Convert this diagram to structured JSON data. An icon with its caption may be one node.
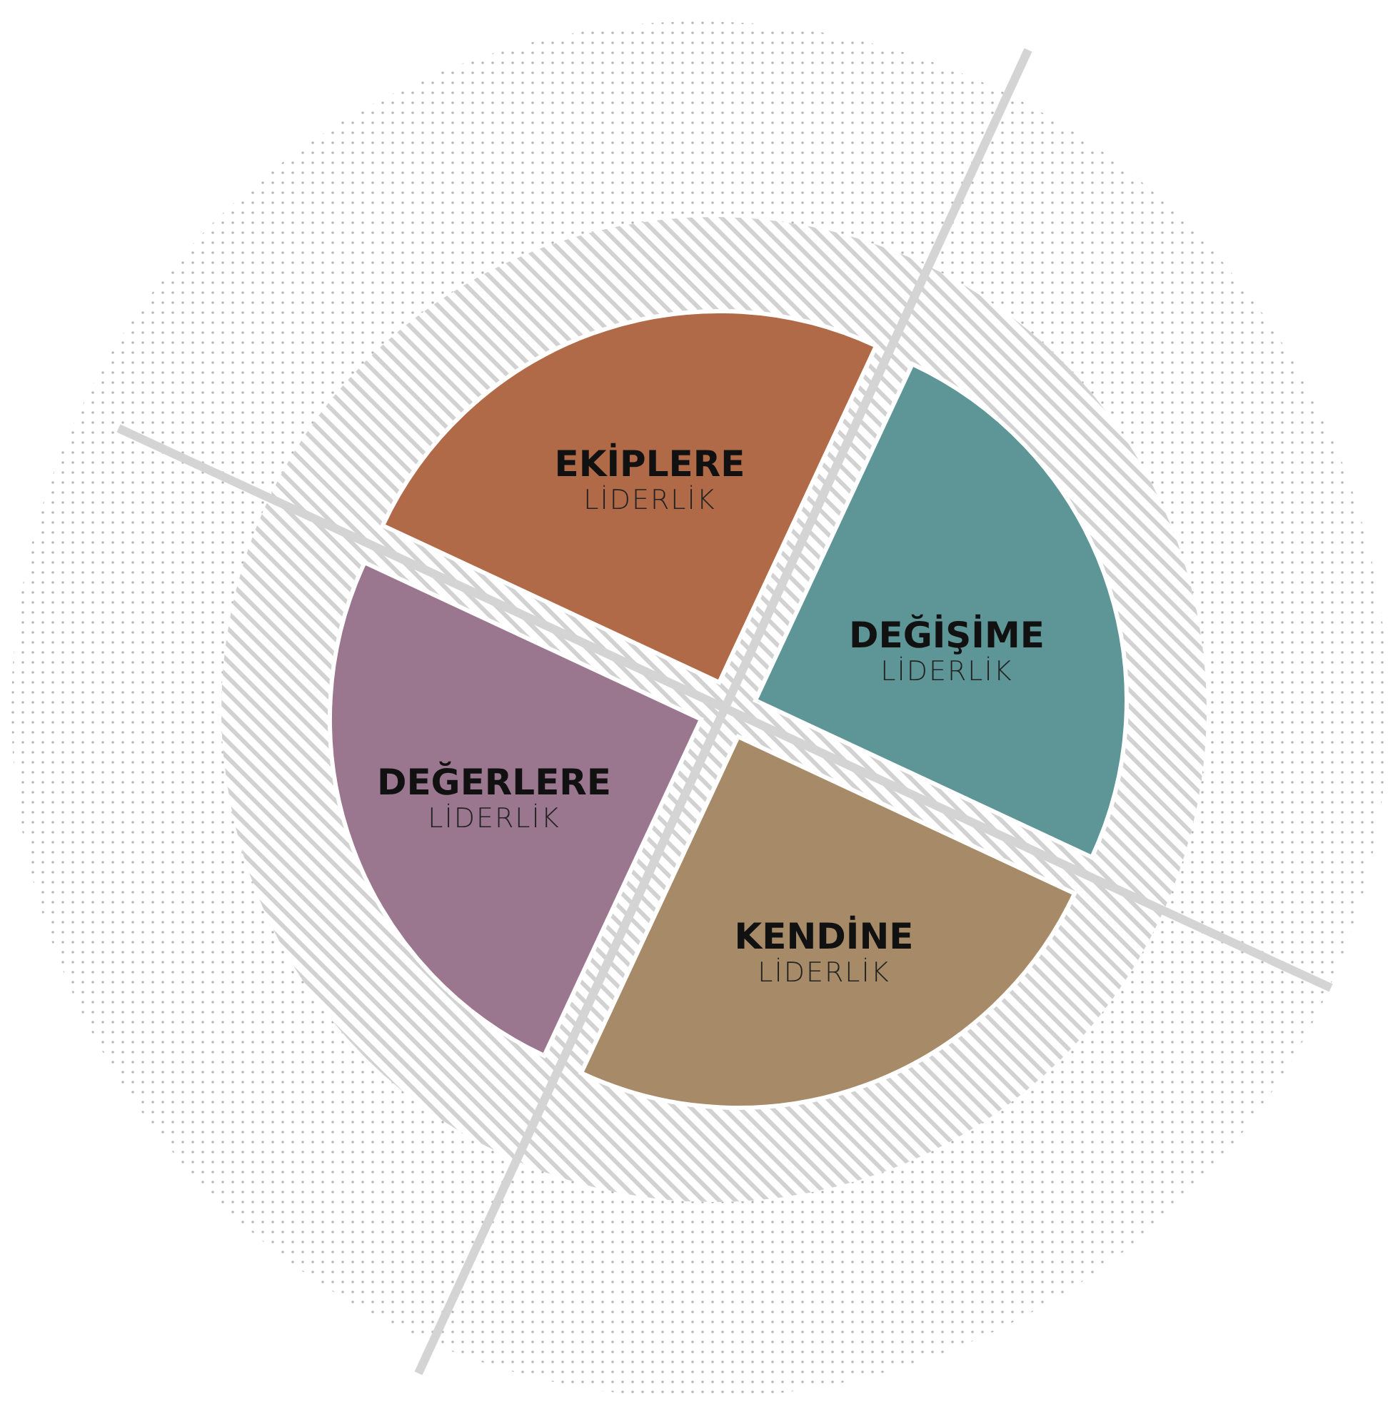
{
  "diagram": {
    "nodes": [
      {
        "text": [
          "EKİPLERE",
          "LİDERLİK"
        ]
      },
      {
        "text": [
          "DEĞİŞİME",
          "LİDERLİK"
        ]
      },
      {
        "text": [
          "KENDİNE",
          "LİDERLİK"
        ]
      },
      {
        "text": [
          "DEĞERLERE",
          "LİDERLİK"
        ]
      }
    ]
  }
}
